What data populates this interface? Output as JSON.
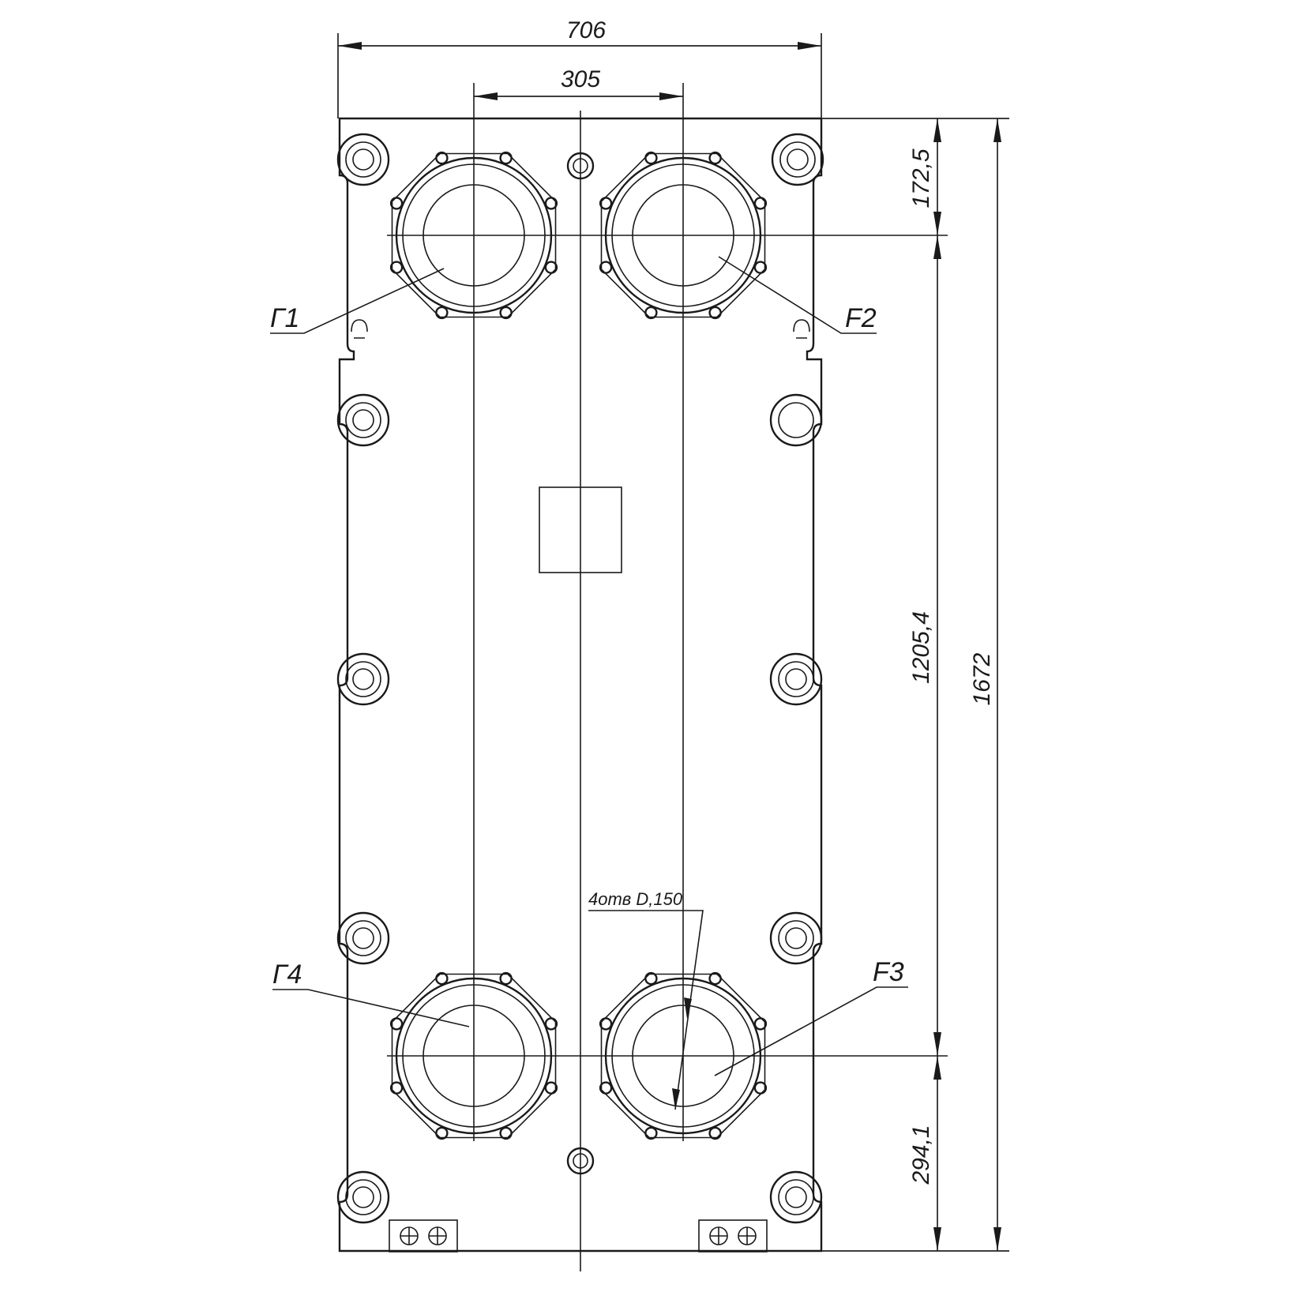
{
  "dimensions": {
    "overall_width": "706",
    "port_spacing": "305",
    "top_offset": "172,5",
    "port_center_distance": "1205,4",
    "overall_height": "1672",
    "bottom_offset": "294,1"
  },
  "ports": {
    "p1": "Г1",
    "p2": "F2",
    "p3": "F3",
    "p4": "Г4"
  },
  "flange_note": "4отв D,150"
}
